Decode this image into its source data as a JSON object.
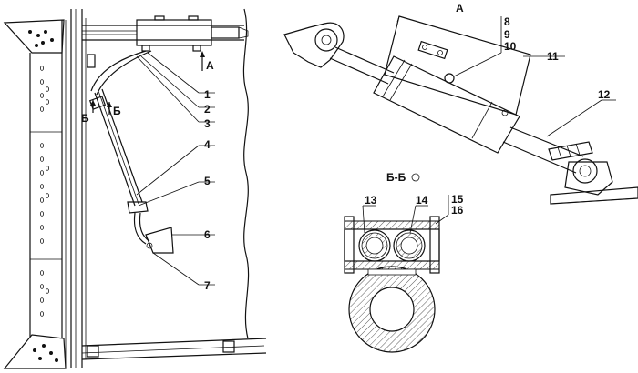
{
  "views": {
    "view_a_label": "А",
    "arrow_a_label": "А",
    "section_label": "Б-Б",
    "section_mark_left": "Б",
    "section_mark_right": "Б"
  },
  "callouts": {
    "c1": "1",
    "c2": "2",
    "c3": "3",
    "c4": "4",
    "c5": "5",
    "c6": "6",
    "c7": "7",
    "c8": "8",
    "c9": "9",
    "c10": "10",
    "c11": "11",
    "c12": "12",
    "c13": "13",
    "c14": "14",
    "c15": "15",
    "c16": "16"
  }
}
